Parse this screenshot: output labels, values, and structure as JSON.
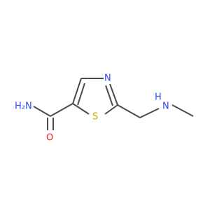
{
  "molecule": {
    "colors": {
      "bond": "#4a4a4a",
      "nitrogen": "#2c49f5",
      "oxygen": "#ff1a1a",
      "sulfur": "#c3ad00"
    },
    "labels": {
      "amide_nh2": "H₂N",
      "amide_o": "O",
      "ring_s": "S",
      "ring_n": "N",
      "carbamate_nh": "H",
      "carbamate_nh_n": "N",
      "carbonyl_o": "O",
      "ester_o": "O"
    }
  }
}
